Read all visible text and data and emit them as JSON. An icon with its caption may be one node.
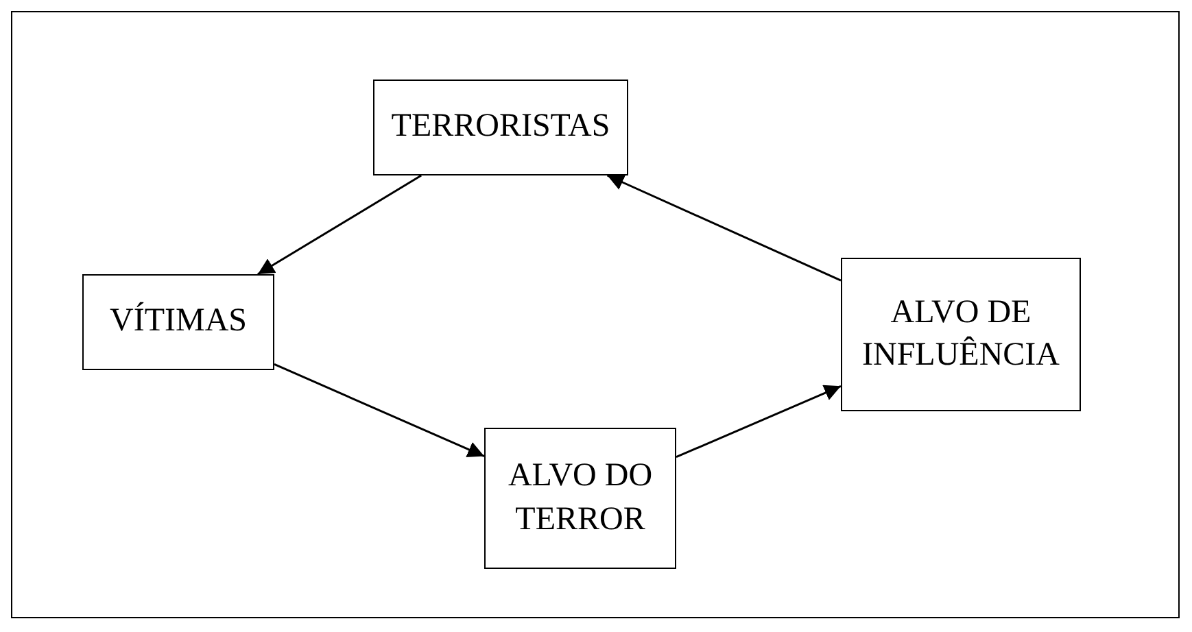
{
  "diagram": {
    "nodes": [
      {
        "text": [
          "TERRORISTAS"
        ]
      },
      {
        "text": [
          "VÍTIMAS"
        ]
      },
      {
        "text": [
          "ALVO DO TERROR"
        ]
      },
      {
        "text": [
          "ALVO DE INFLUÊNCIA"
        ]
      }
    ],
    "edges": [
      {
        "from": 0,
        "to": 1,
        "arrow": "to"
      },
      {
        "from": 1,
        "to": 2,
        "arrow": "to"
      },
      {
        "from": 2,
        "to": 3,
        "arrow": "to"
      },
      {
        "from": 3,
        "to": 0,
        "arrow": "to"
      }
    ]
  }
}
